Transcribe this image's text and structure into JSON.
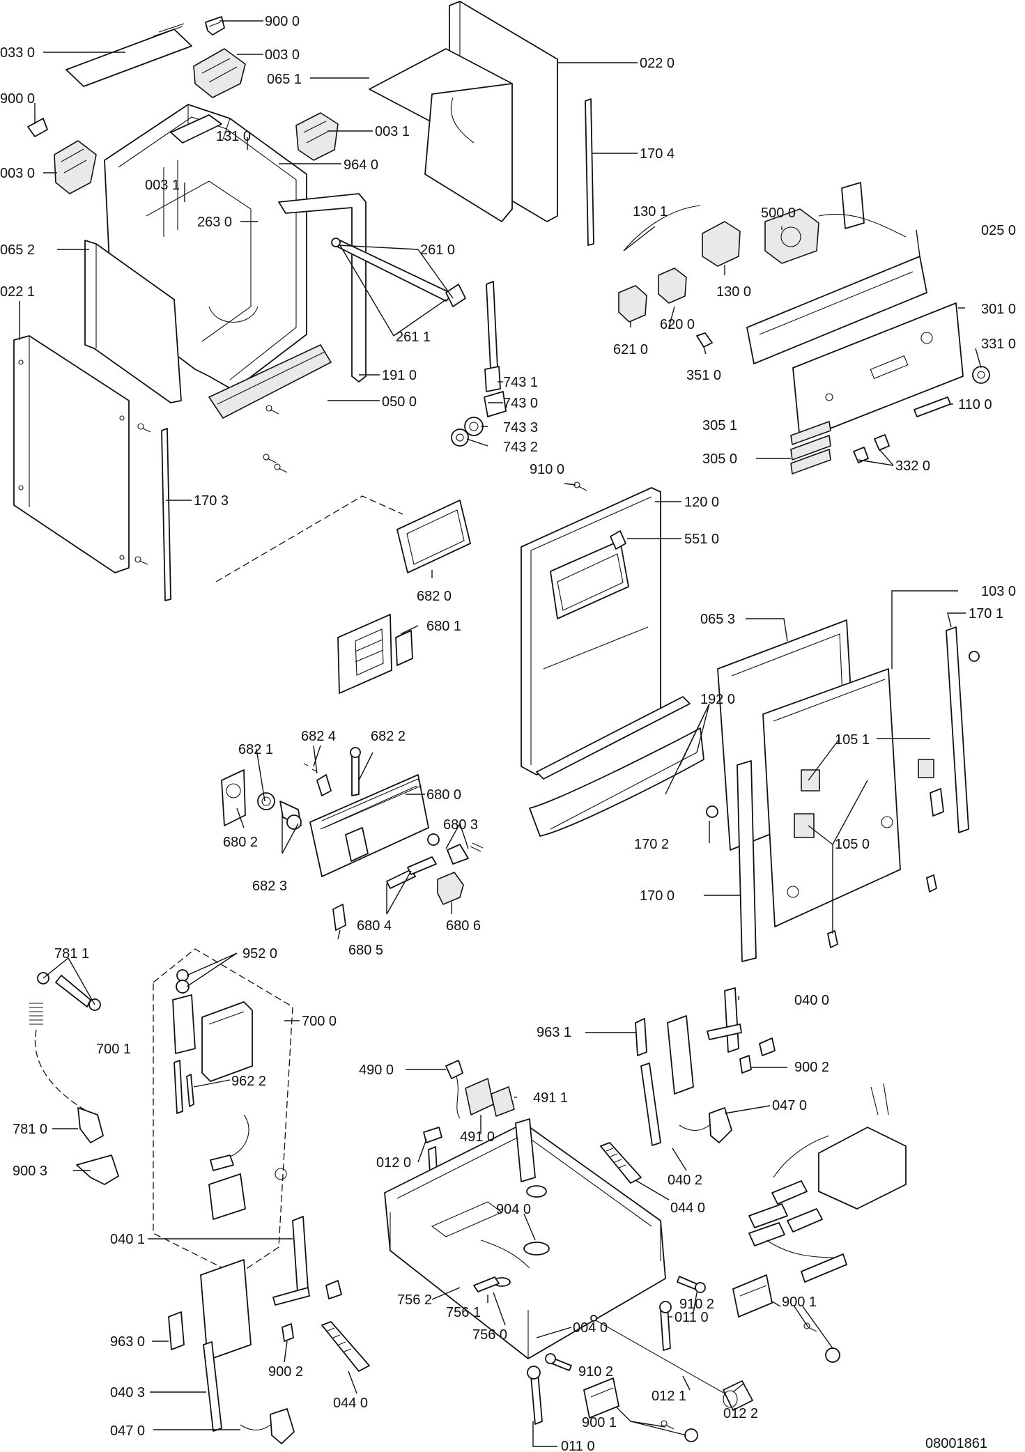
{
  "drawing_number": "08001861",
  "labels": {
    "l_900_0_a": "900 0",
    "l_033_0": "033 0",
    "l_003_0_a": "003 0",
    "l_900_0_b": "900 0",
    "l_003_0_b": "003 0",
    "l_065_1": "065 1",
    "l_022_0": "022 0",
    "l_003_1_a": "003 1",
    "l_131_0": "131 0",
    "l_964_0": "964 0",
    "l_003_1_b": "003 1",
    "l_263_0": "263 0",
    "l_170_4": "170 4",
    "l_065_2": "065 2",
    "l_261_0": "261 0",
    "l_261_1": "261 1",
    "l_022_1": "022 1",
    "l_191_0": "191 0",
    "l_050_0": "050 0",
    "l_170_3": "170 3",
    "l_130_1": "130 1",
    "l_500_0": "500 0",
    "l_025_0": "025 0",
    "l_130_0": "130 0",
    "l_301_0": "301 0",
    "l_620_0": "620 0",
    "l_621_0": "621 0",
    "l_331_0": "331 0",
    "l_351_0": "351 0",
    "l_110_0": "110 0",
    "l_305_1": "305 1",
    "l_305_0": "305 0",
    "l_332_0": "332 0",
    "l_743_1": "743 1",
    "l_743_0": "743 0",
    "l_743_3": "743 3",
    "l_743_2": "743 2",
    "l_910_0": "910 0",
    "l_120_0": "120 0",
    "l_551_0": "551 0",
    "l_682_0": "682 0",
    "l_103_0": "103 0",
    "l_170_1": "170 1",
    "l_065_3": "065 3",
    "l_680_1": "680 1",
    "l_192_0": "192 0",
    "l_105_1": "105 1",
    "l_682_1": "682 1",
    "l_682_4": "682 4",
    "l_682_2": "682 2",
    "l_680_0": "680 0",
    "l_680_3": "680 3",
    "l_680_2": "680 2",
    "l_170_2": "170 2",
    "l_105_0": "105 0",
    "l_682_3": "682 3",
    "l_170_0": "170 0",
    "l_680_4": "680 4",
    "l_680_6": "680 6",
    "l_680_5": "680 5",
    "l_781_1": "781 1",
    "l_952_0": "952 0",
    "l_700_0": "700 0",
    "l_700_1": "700 1",
    "l_040_0": "040 0",
    "l_963_1": "963 1",
    "l_900_2_a": "900 2",
    "l_490_0": "490 0",
    "l_491_1": "491 1",
    "l_962_2": "962 2",
    "l_047_0_a": "047 0",
    "l_781_0": "781 0",
    "l_491_0": "491 0",
    "l_012_0": "012 0",
    "l_040_2": "040 2",
    "l_900_3": "900 3",
    "l_044_0_a": "044 0",
    "l_904_0": "904 0",
    "l_040_1": "040 1",
    "l_910_2_a": "910 2",
    "l_756_2": "756 2",
    "l_756_1": "756 1",
    "l_900_1_a": "900 1",
    "l_011_0_a": "011 0",
    "l_963_0": "963 0",
    "l_900_2_b": "900 2",
    "l_756_0": "756 0",
    "l_004_0": "004 0",
    "l_040_3": "040 3",
    "l_910_2_b": "910 2",
    "l_012_1": "012 1",
    "l_047_0_b": "047 0",
    "l_044_0_b": "044 0",
    "l_012_2": "012 2",
    "l_900_1_b": "900 1",
    "l_011_0_b": "011 0"
  }
}
